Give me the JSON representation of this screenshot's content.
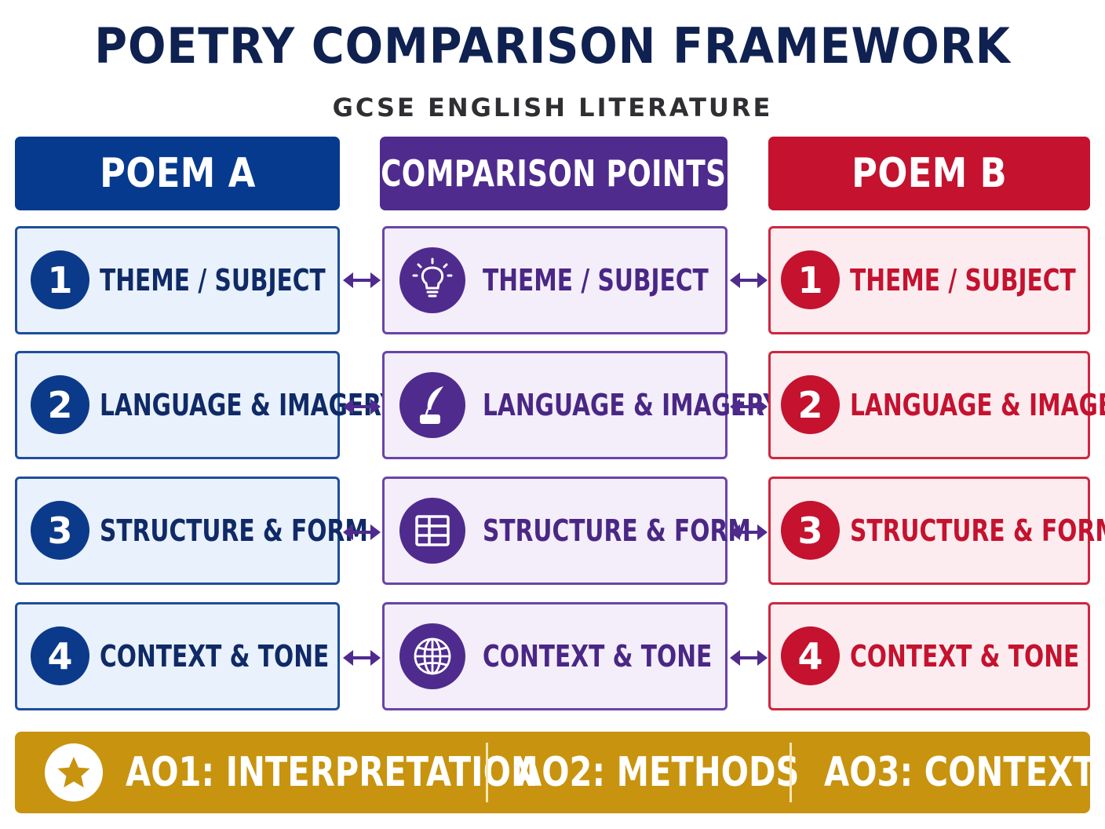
{
  "title": "POETRY COMPARISON FRAMEWORK",
  "subtitle": "GCSE ENGLISH LITERATURE",
  "columns": {
    "poem_a": "POEM A",
    "comparison": "COMPARISON POINTS",
    "poem_b": "POEM B"
  },
  "rows": [
    {
      "number": "1",
      "label": "THEME / SUBJECT",
      "icon": "lightbulb-icon"
    },
    {
      "number": "2",
      "label": "LANGUAGE & IMAGERY",
      "icon": "quill-ink-icon"
    },
    {
      "number": "3",
      "label": "STRUCTURE & FORM",
      "icon": "grid-table-icon"
    },
    {
      "number": "4",
      "label": "CONTEXT & TONE",
      "icon": "globe-icon"
    }
  ],
  "footer": {
    "icon": "star-icon",
    "items": [
      "AO1: INTERPRETATION",
      "AO2: METHODS",
      "AO3: CONTEXT"
    ]
  },
  "colors": {
    "navy": "#063a8f",
    "purple": "#4f2b8e",
    "red": "#c4122f",
    "gold": "#c8930e"
  }
}
